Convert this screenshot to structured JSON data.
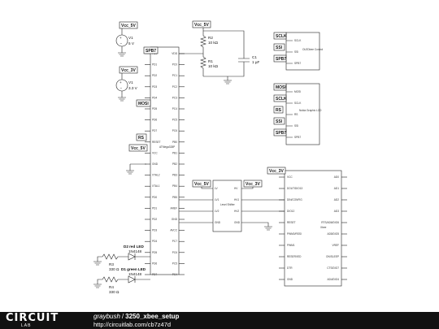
{
  "sources": [
    {
      "net": "Vcc_5V",
      "name": "V1",
      "value": "5 V"
    },
    {
      "net": "Vcc_3V",
      "name": "V1",
      "value": "3.3 V"
    }
  ],
  "divider": {
    "net": "Vcc_5V",
    "r2": {
      "name": "R2",
      "value": "10 kΩ"
    },
    "r1": {
      "name": "R1",
      "value": "10 kΩ"
    },
    "c1": {
      "name": "C1",
      "value": "1 µF"
    }
  },
  "mcu": {
    "part": "ATMega328P",
    "left_pins": [
      "PD0",
      "PD1",
      "PD2",
      "PD3",
      "PD4",
      "PD5",
      "PD6",
      "PD7",
      "RESET",
      "VCC",
      "GND",
      "XTAL2",
      "XTAL1",
      "PD0",
      "PD1",
      "PD2",
      "PD3",
      "PD4",
      "PD5",
      "PD6",
      "PD7"
    ],
    "right_pins": [
      "VDD",
      "PC0",
      "PC1",
      "PC2",
      "PC3",
      "PC4",
      "PC5",
      "PC6",
      "PB0",
      "PB1",
      "PB2",
      "PB3",
      "PB4",
      "PB5",
      "AREF",
      "GND",
      "AVCC",
      "PC7",
      "PC6",
      "PC5",
      "PC4"
    ],
    "tags": [
      "SPB7",
      "MOSI",
      "RS",
      "Vcc_5V"
    ]
  },
  "oled": {
    "tags": [
      "SCLK",
      "SSI",
      "SPB7"
    ],
    "part": "OLEDbee Control",
    "pins": [
      "SCLK",
      "SSI",
      "SPB7"
    ]
  },
  "lcd": {
    "tags": [
      "MOSI",
      "SCLK",
      "RS",
      "SSI",
      "SPB7"
    ],
    "part": "Nokia Graphic LCD",
    "pins": [
      "SCLK",
      "MOSI",
      "RS",
      "SSI",
      "SPB7"
    ]
  },
  "shifter": {
    "part": "Level Shifter",
    "tags": [
      "Vcc_5V",
      "Vcc_3V"
    ],
    "left_pins": [
      "LV",
      "LV1",
      "LV2",
      "GND"
    ],
    "right_pins": [
      "HV",
      "HV1",
      "HV2",
      "GND"
    ]
  },
  "xbee": {
    "net": "Vcc_3V",
    "part": "Xbee",
    "left_pins": [
      "VCC",
      "DOUT/DIO13",
      "DIN/CONFIG",
      "DIO12",
      "RESET",
      "PWM0/RSSI",
      "PWM1",
      "RESERVED",
      "DTR",
      "GND"
    ],
    "right_pins": [
      "AD0",
      "AD1",
      "AD2",
      "AD3",
      "RTS/AD6/DIO6",
      "AD5/DIO5",
      "VREF",
      "ON/SLEEP",
      "CTS/DIO7",
      "AD4/DIO4"
    ]
  },
  "leds": [
    {
      "name": "D2 red LED",
      "part": "1N4148",
      "resistor": "R3",
      "value": "330 Ω"
    },
    {
      "name": "D1 green LED",
      "part": "1N4148",
      "resistor": "R4",
      "value": "330 Ω"
    }
  ],
  "footer": {
    "logo_top": "CIRCUIT",
    "logo_bottom": "LAB",
    "author": "graybush",
    "separator": "/",
    "title": "3250_xbee_setup",
    "url": "http://circuitlab.com/cb7z47d"
  }
}
